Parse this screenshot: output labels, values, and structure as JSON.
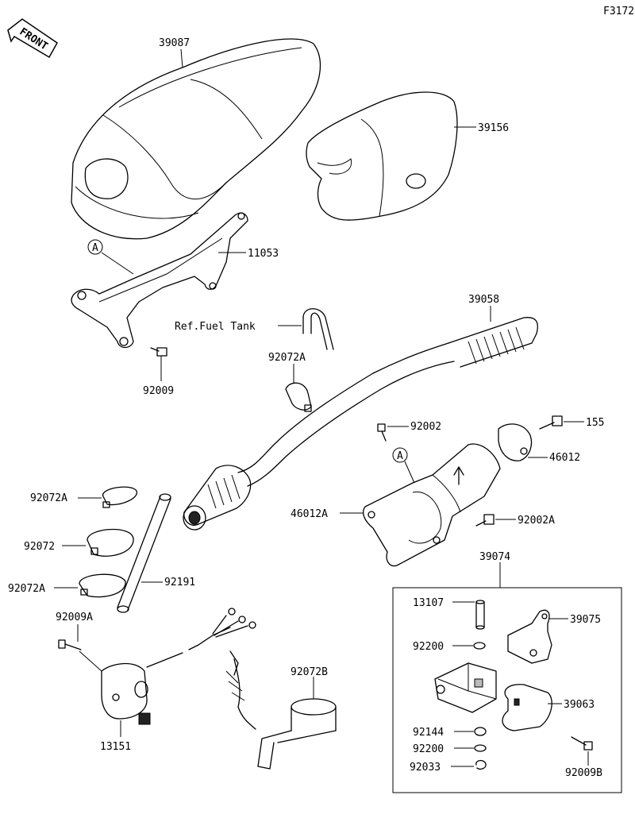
{
  "figure_code": "F3172",
  "front_label": "FRONT",
  "callouts": {
    "a1": "A",
    "a2": "A"
  },
  "ref_note": "Ref.Fuel Tank",
  "parts": {
    "p39087": "39087",
    "p39156": "39156",
    "p11053": "11053",
    "p92009": "92009",
    "p92072A_top": "92072A",
    "p39058": "39058",
    "p92002": "92002",
    "p155": "155",
    "p46012": "46012",
    "p46012A": "46012A",
    "p92002A": "92002A",
    "p92072A_1": "92072A",
    "p92072": "92072",
    "p92072A_2": "92072A",
    "p92191": "92191",
    "p92009A": "92009A",
    "p13151": "13151",
    "p92072B": "92072B",
    "p39074": "39074",
    "p13107": "13107",
    "p39075": "39075",
    "p92200_1": "92200",
    "p39063": "39063",
    "p92144": "92144",
    "p92200_2": "92200",
    "p92033": "92033",
    "p92009B": "92009B"
  }
}
